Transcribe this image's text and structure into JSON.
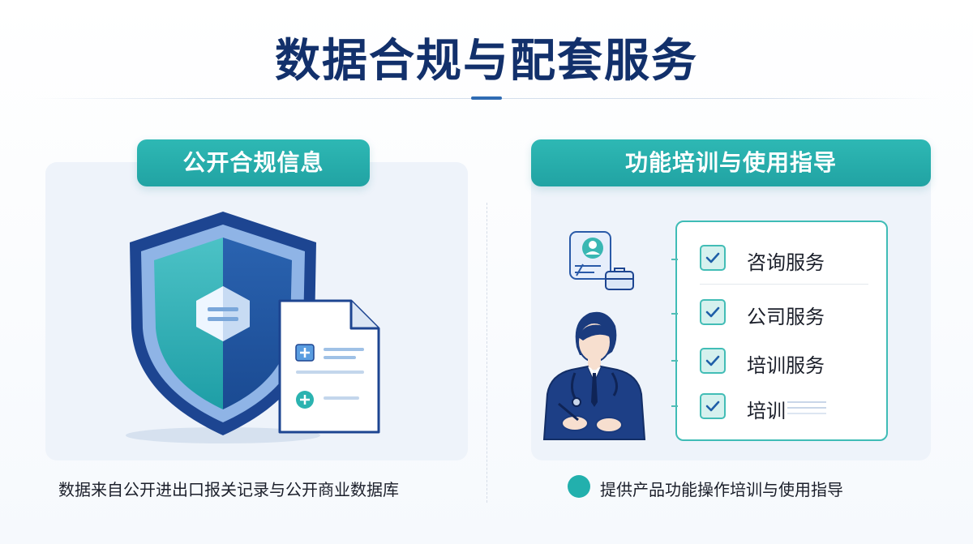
{
  "title": "数据合规与配套服务",
  "left": {
    "header": "公开合规信息",
    "caption": "数据来自公开进出口报关记录与公开商业数据库"
  },
  "right": {
    "header": "功能培训与使用指导",
    "checklist": [
      {
        "label": "咨询服务",
        "checked": true
      },
      {
        "label": "公司服务",
        "checked": true
      },
      {
        "label": "培训服务",
        "checked": true
      },
      {
        "label": "培训",
        "checked": true
      }
    ],
    "caption": "提供产品功能操作培训与使用指导"
  },
  "colors": {
    "title": "#12306b",
    "accent_teal": "#22b0ad",
    "shield_dark": "#1f4f9c",
    "panel_bg": "#eef3fa"
  },
  "icons": [
    "shield-icon",
    "document-icon",
    "plus-icon",
    "profile-card-icon",
    "briefcase-icon",
    "doctor-illustration",
    "checkbox-icon"
  ]
}
